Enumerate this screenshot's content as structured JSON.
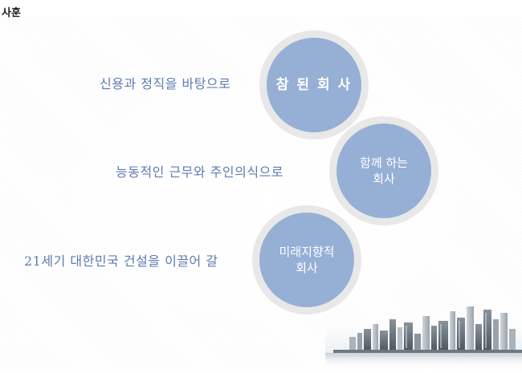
{
  "page": {
    "title": "사훈"
  },
  "mottos": [
    {
      "statement": "신용과 정직을 바탕으로",
      "value_lines": [
        "참 된 회 사"
      ]
    },
    {
      "statement": "능동적인 근무와 주인의식으로",
      "value_lines": [
        "함께 하는",
        "회사"
      ]
    },
    {
      "statement": "21세기 대한민국 건설을 이끌어 갈",
      "value_lines": [
        "미래지향적",
        "회사"
      ]
    }
  ],
  "colors": {
    "accent_blue": "#96afd5",
    "text_blue": "#5d7bb0",
    "ring_gray": "#e8e8e8"
  },
  "decoration": {
    "illustration": "city-skyline"
  }
}
